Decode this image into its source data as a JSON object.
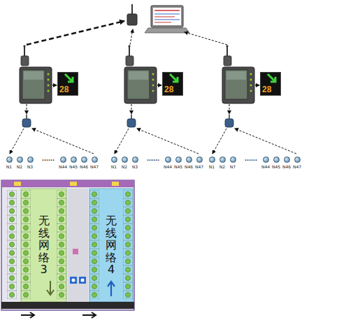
{
  "diagram": {
    "nodes": [
      {
        "text": [
          "28"
        ]
      },
      {
        "text": [
          "28"
        ]
      },
      {
        "text": [
          "28"
        ]
      },
      {
        "text": [
          "N1"
        ]
      },
      {
        "text": [
          "N2"
        ]
      },
      {
        "text": [
          "N3"
        ]
      },
      {
        "text": [
          "N44"
        ]
      },
      {
        "text": [
          "N45"
        ]
      },
      {
        "text": [
          "N46"
        ]
      },
      {
        "text": [
          "N47"
        ]
      },
      {
        "text": [
          "N1"
        ]
      },
      {
        "text": [
          "N2"
        ]
      },
      {
        "text": [
          "N3"
        ]
      },
      {
        "text": [
          "N44"
        ]
      },
      {
        "text": [
          "N45"
        ]
      },
      {
        "text": [
          "N46"
        ]
      },
      {
        "text": [
          "N47"
        ]
      },
      {
        "text": [
          "N1"
        ]
      },
      {
        "text": [
          "N2"
        ]
      },
      {
        "text": [
          "N7"
        ]
      },
      {
        "text": [
          "N44"
        ]
      },
      {
        "text": [
          "N45"
        ]
      },
      {
        "text": [
          "N46"
        ]
      },
      {
        "text": [
          "N47"
        ]
      },
      {
        "text": [
          "无线网络3"
        ]
      },
      {
        "text": [
          "无线网络4"
        ]
      }
    ],
    "labels": [
      "......",
      "......",
      "......"
    ]
  }
}
